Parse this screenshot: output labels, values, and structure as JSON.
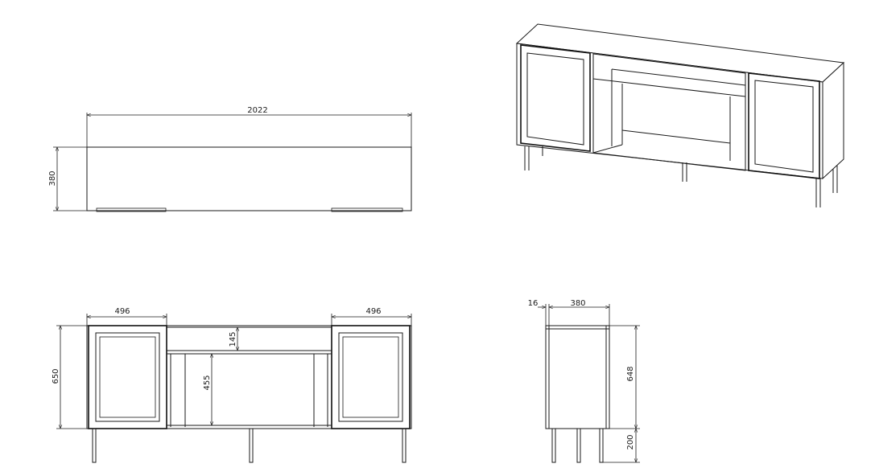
{
  "top_view": {
    "width": "2022",
    "depth": "380"
  },
  "front_view": {
    "left_door_width": "496",
    "right_door_width": "496",
    "height": "650",
    "top_shelf": "145",
    "open_section": "455"
  },
  "side_view": {
    "panel_thickness": "16",
    "depth": "380",
    "body_height": "648",
    "leg_height": "200"
  }
}
